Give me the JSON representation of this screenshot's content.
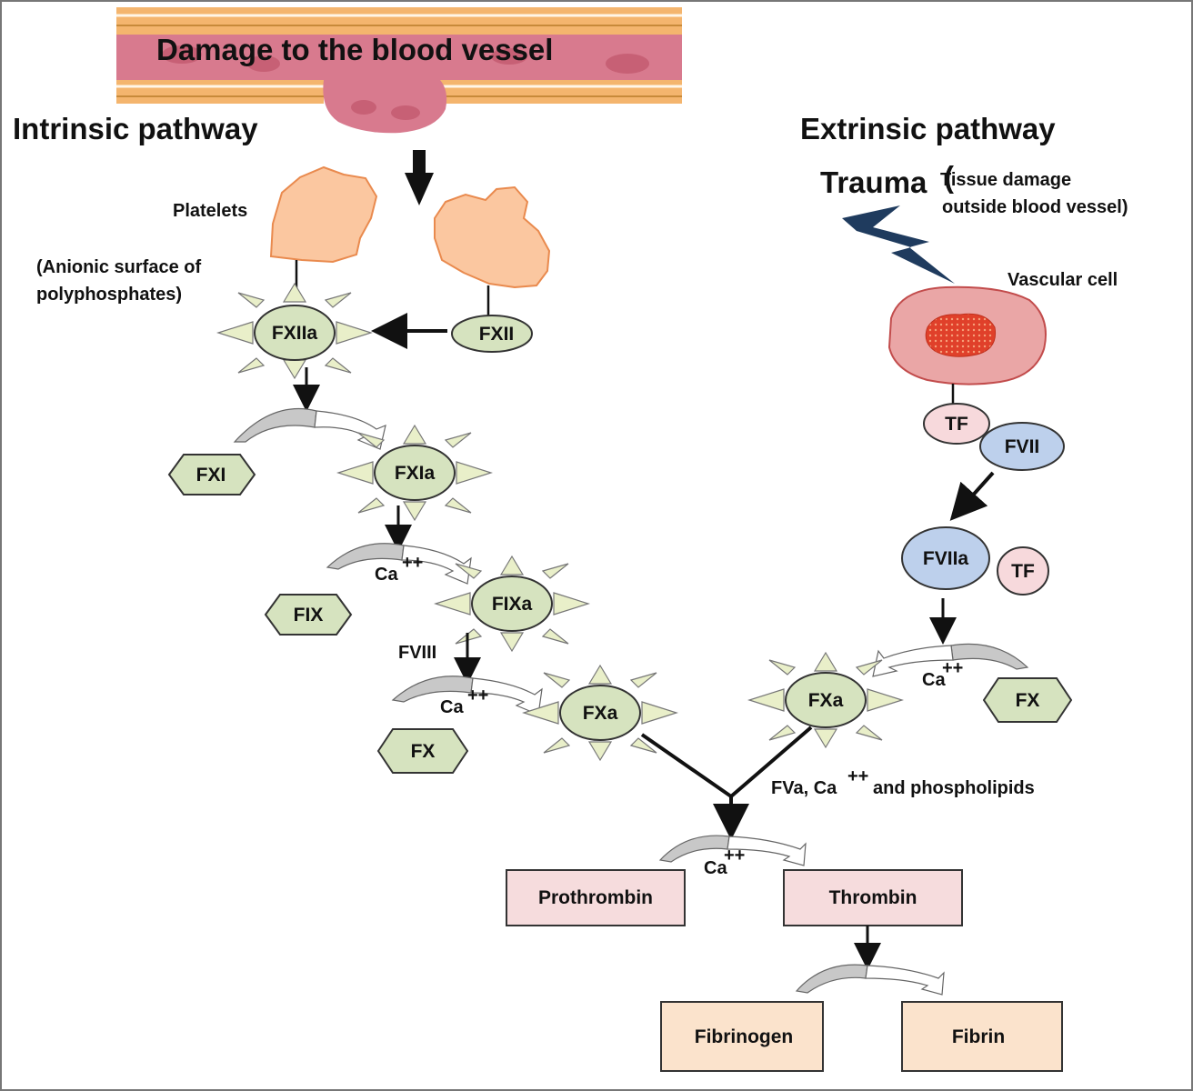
{
  "banner": {
    "text": "Damage to the blood vessel"
  },
  "intrinsic": {
    "title": "Intrinsic pathway",
    "platelets_label": "Platelets",
    "surface_label_1": "(Anionic surface of",
    "surface_label_2": "polyphosphates)",
    "fxiia": "FXIIa",
    "fxii": "FXII",
    "fxi": "FXI",
    "fxia": "FXIa",
    "ca1": "Ca",
    "fix": "FIX",
    "fixa": "FIXa",
    "fviii": "FVIII",
    "ca2": "Ca",
    "fx": "FX",
    "fxa": "FXa"
  },
  "extrinsic": {
    "title": "Extrinsic pathway",
    "trauma": "Trauma",
    "paren": "(",
    "tissue_1": "Tissue damage",
    "tissue_2": "outside blood vessel)",
    "vascular_cell": "Vascular cell",
    "tf": "TF",
    "fvii": "FVII",
    "fviia": "FVIIa",
    "tf2": "TF",
    "ca": "Ca",
    "fx": "FX",
    "fxa": "FXa"
  },
  "common": {
    "cofactors_pre": "FVa, Ca",
    "cofactors_post": "and phospholipids",
    "ca": "Ca",
    "plusplus": "++",
    "prothrombin": "Prothrombin",
    "thrombin": "Thrombin",
    "fibrinogen": "Fibrinogen",
    "fibrin": "Fibrin"
  },
  "colors": {
    "vessel_wall": "#f4b56e",
    "vessel_lumen": "#d87a8e",
    "platelet": "#fbc7a0",
    "factor": "#d6e3bf",
    "extrinsic_factor": "#bdd0ec",
    "tf": "#f7d9dc",
    "box_pink": "#f6dcdd",
    "box_peach": "#fbe3cc",
    "bolt": "#1f3b5e"
  }
}
